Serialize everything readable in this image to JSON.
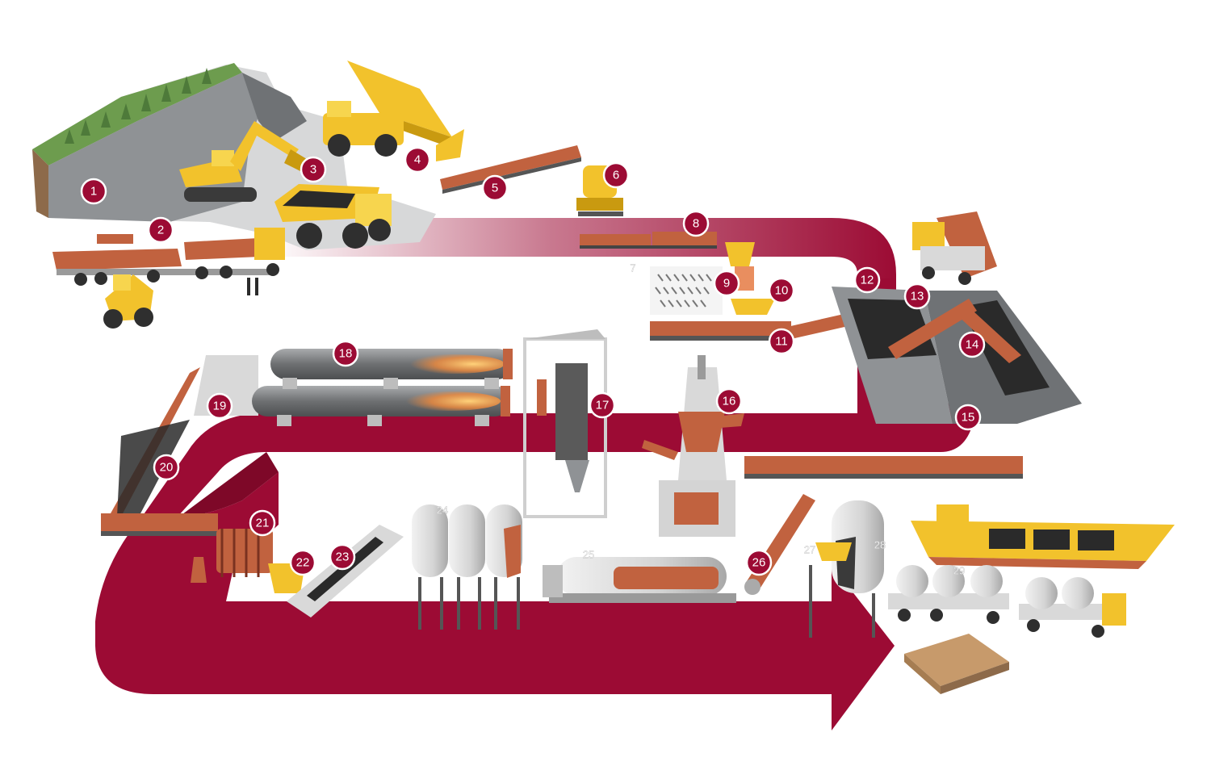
{
  "colors": {
    "flow_arrow": "#9c0b34",
    "badge": "#9c0b34",
    "machine_yellow": "#f2c22c",
    "rock_grey": "#8f9295",
    "conveyor_copper": "#c1623f",
    "grass": "#6d9c4e",
    "silo": "#d9d9d9"
  },
  "steps": [
    {
      "label": "1",
      "style": "badge"
    },
    {
      "label": "2",
      "style": "badge"
    },
    {
      "label": "3",
      "style": "badge"
    },
    {
      "label": "4",
      "style": "badge"
    },
    {
      "label": "5",
      "style": "badge"
    },
    {
      "label": "6",
      "style": "badge"
    },
    {
      "label": "7",
      "style": "plain"
    },
    {
      "label": "8",
      "style": "badge"
    },
    {
      "label": "9",
      "style": "badge"
    },
    {
      "label": "10",
      "style": "badge"
    },
    {
      "label": "11",
      "style": "badge"
    },
    {
      "label": "12",
      "style": "badge"
    },
    {
      "label": "13",
      "style": "badge"
    },
    {
      "label": "14",
      "style": "badge"
    },
    {
      "label": "15",
      "style": "badge"
    },
    {
      "label": "16",
      "style": "badge"
    },
    {
      "label": "17",
      "style": "badge"
    },
    {
      "label": "18",
      "style": "badge"
    },
    {
      "label": "19",
      "style": "badge"
    },
    {
      "label": "20",
      "style": "badge"
    },
    {
      "label": "21",
      "style": "badge"
    },
    {
      "label": "22",
      "style": "badge"
    },
    {
      "label": "23",
      "style": "badge"
    },
    {
      "label": "24",
      "style": "plain"
    },
    {
      "label": "25",
      "style": "plain"
    },
    {
      "label": "26",
      "style": "badge"
    },
    {
      "label": "27",
      "style": "plain"
    },
    {
      "label": "28",
      "style": "plain"
    },
    {
      "label": "29",
      "style": "plain"
    }
  ]
}
